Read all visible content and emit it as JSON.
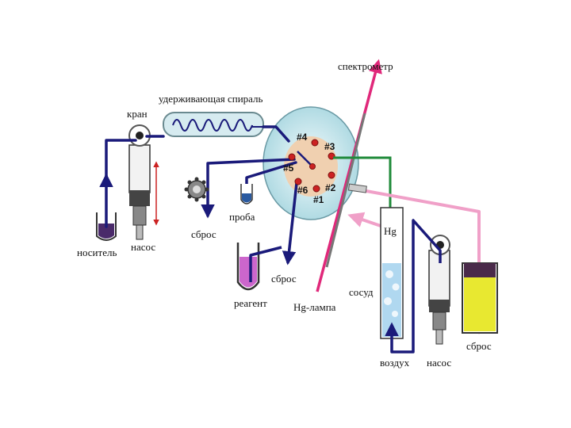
{
  "labels": {
    "spectrometer": "спектрометр",
    "holding_coil": "удерживающая спираль",
    "valve": "кран",
    "carrier": "носитель",
    "pump_left": "насос",
    "waste_left": "сброс",
    "sample": "проба",
    "reagent": "реагент",
    "waste_mid": "сброс",
    "hg_lamp": "Hg-лампа",
    "vessel": "сосуд",
    "hg": "Hg",
    "air": "воздух",
    "pump_right": "насос",
    "waste_right": "сброс"
  },
  "ports": [
    "#1",
    "#2",
    "#3",
    "#4",
    "#5",
    "#6"
  ],
  "colors": {
    "flow_line": "#1a1a7a",
    "optical_beam": "#e0287a",
    "green_line": "#1f8a3a",
    "pink_line": "#f0a0c8",
    "valve_body": "#cfe7ec",
    "valve_center": "#f0d0b0",
    "port_dot": "#cc2222",
    "reagent_fill": "#cc66cc",
    "waste_fill": "#e8e830",
    "vessel_fill": "#b0d8f0"
  }
}
